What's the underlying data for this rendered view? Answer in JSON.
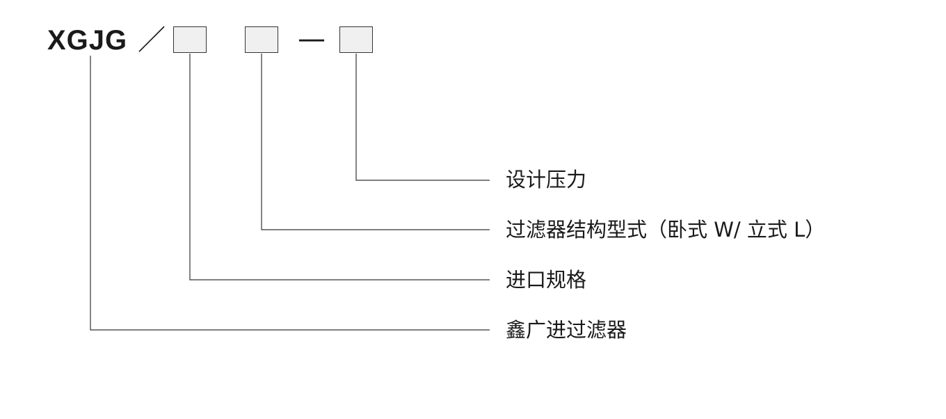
{
  "model": {
    "prefix": "XGJG",
    "separator_slash": "／",
    "separator_dash": "—"
  },
  "slots": [
    {
      "id": "slot-1"
    },
    {
      "id": "slot-2"
    },
    {
      "id": "slot-3"
    }
  ],
  "labels": {
    "design_pressure": "设计压力",
    "structure_type": "过滤器结构型式（卧式 W/ 立式 L）",
    "inlet_size": "进口规格",
    "product_name": "鑫广进过滤器"
  },
  "colors": {
    "text": "#1a1a1a",
    "line": "#333333",
    "slot_fill": "#f0f0f0"
  }
}
